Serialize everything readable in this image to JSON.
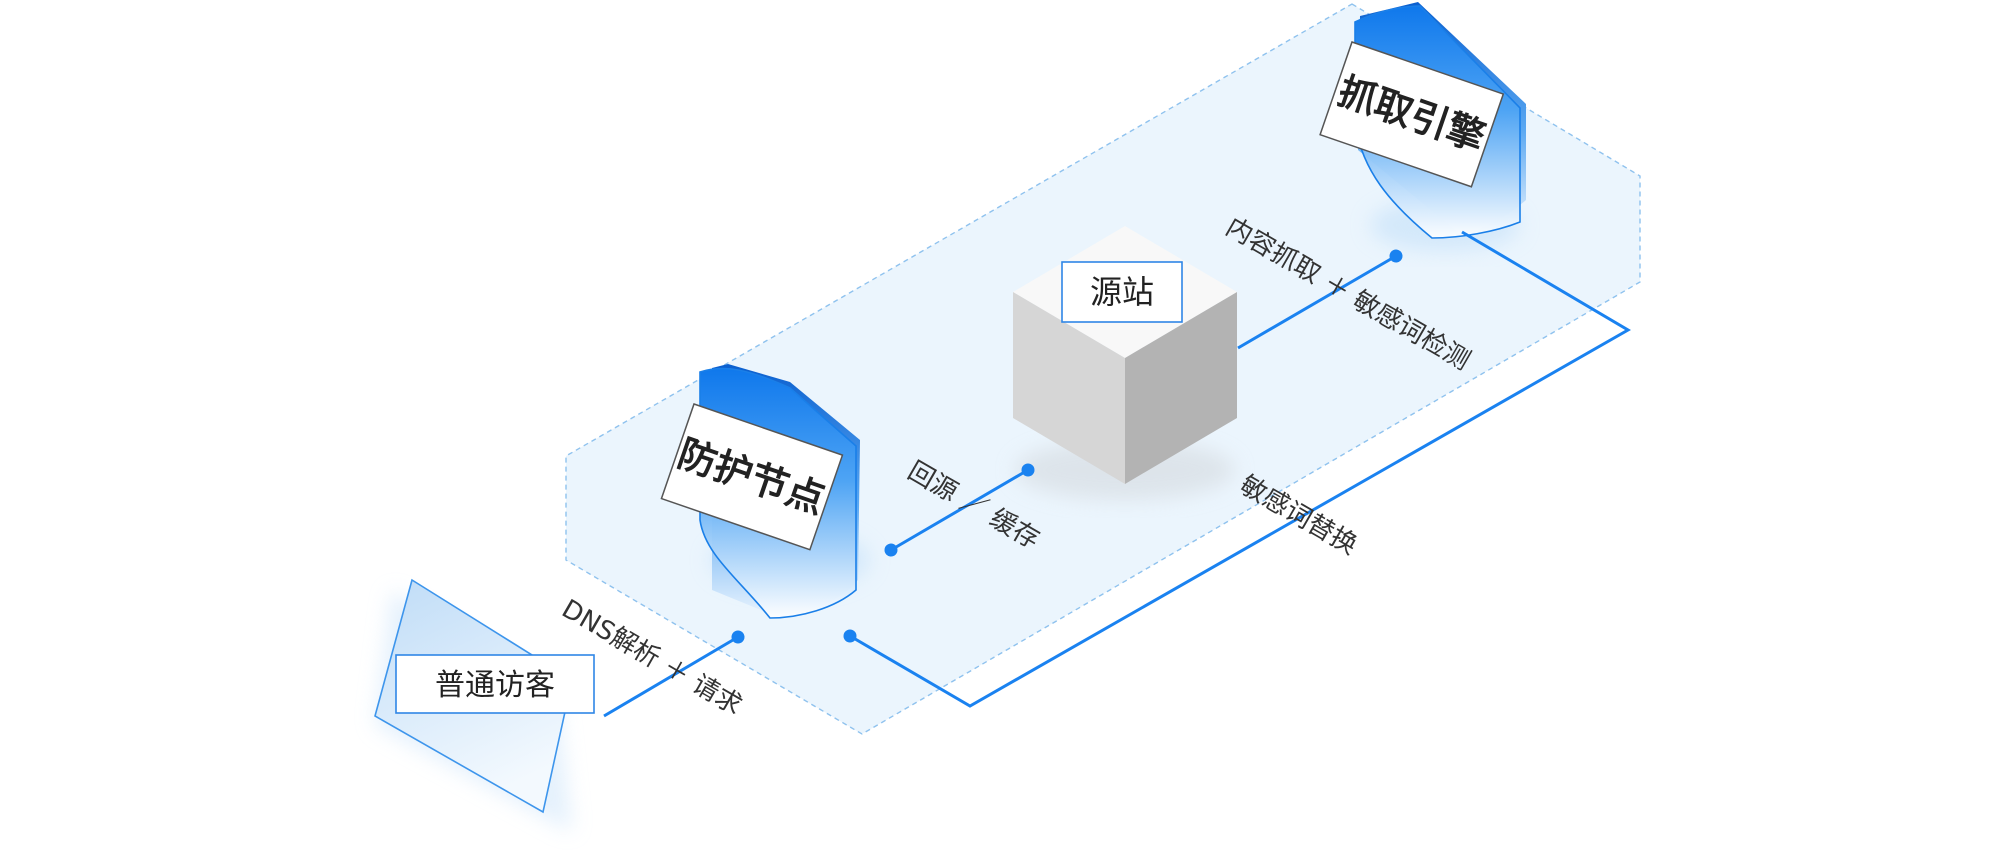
{
  "nodes": {
    "visitor": {
      "label": "普通访客"
    },
    "protect": {
      "label": "防护节点"
    },
    "origin": {
      "label": "源站"
    },
    "crawler": {
      "label": "抓取引擎"
    }
  },
  "flows": {
    "dns_request": "DNS解析 ＋ 请求",
    "origin_cache": "回源 ／ 缓存",
    "crawl_detect": "内容抓取 ＋ 敏感词检测",
    "replace": "敏感词替换"
  },
  "colors": {
    "accent": "#1a82f0",
    "accent_dark": "#0d6fe0",
    "platform_fill": "#e8f4fd",
    "platform_stroke": "#8fc2ee",
    "cube_top": "#fafafa",
    "cube_left": "#d9d9d9",
    "cube_right": "#b5b5b5"
  }
}
